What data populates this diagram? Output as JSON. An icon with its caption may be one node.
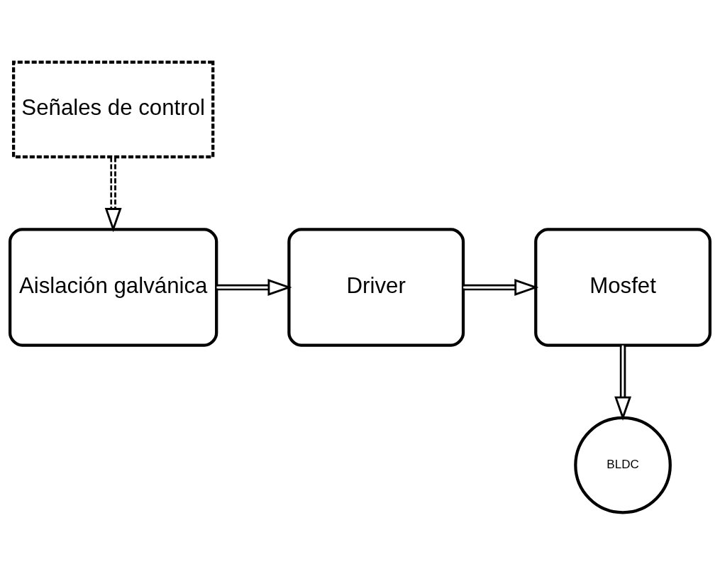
{
  "diagram": {
    "nodes": [
      {
        "text": [
          "Señales de control"
        ]
      },
      {
        "text": [
          "Aislación galvánica"
        ]
      },
      {
        "text": [
          "Driver"
        ]
      },
      {
        "text": [
          "Mosfet"
        ]
      },
      {
        "text": [
          "BLDC"
        ]
      }
    ],
    "edges": [
      {
        "from": 0,
        "to": 1,
        "arrow": "to",
        "style": "dashed"
      },
      {
        "from": 1,
        "to": 2,
        "arrow": "to"
      },
      {
        "from": 2,
        "to": 3,
        "arrow": "to"
      },
      {
        "from": 3,
        "to": 4,
        "arrow": "to"
      }
    ]
  }
}
